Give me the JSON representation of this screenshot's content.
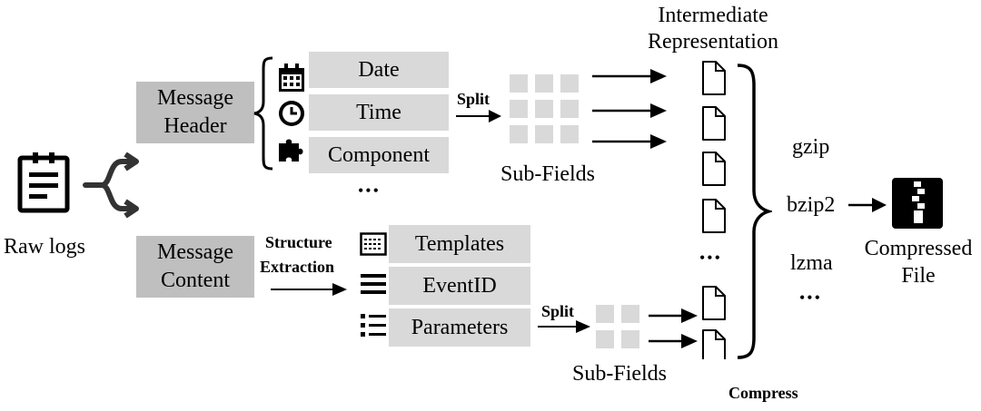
{
  "raw_logs": {
    "label": "Raw logs"
  },
  "header": {
    "label_line1": "Message",
    "label_line2": "Header",
    "fields": [
      "Date",
      "Time",
      "Component"
    ],
    "ellipsis": "•••"
  },
  "content": {
    "label_line1": "Message",
    "label_line2": "Content",
    "fields": [
      "Templates",
      "EventID",
      "Parameters"
    ]
  },
  "structure_extraction": {
    "line1": "Structure",
    "line2": "Extraction"
  },
  "split_label": "Split",
  "sub_fields_label": "Sub-Fields",
  "intermediate": {
    "line1": "Intermediate",
    "line2": "Representation"
  },
  "compressors": [
    "gzip",
    "bzip2",
    "lzma"
  ],
  "compressors_ellipsis": "•••",
  "files_ellipsis": "•••",
  "compress_label": "Compress",
  "compressed_file": {
    "line1": "Compressed",
    "line2": "File"
  }
}
